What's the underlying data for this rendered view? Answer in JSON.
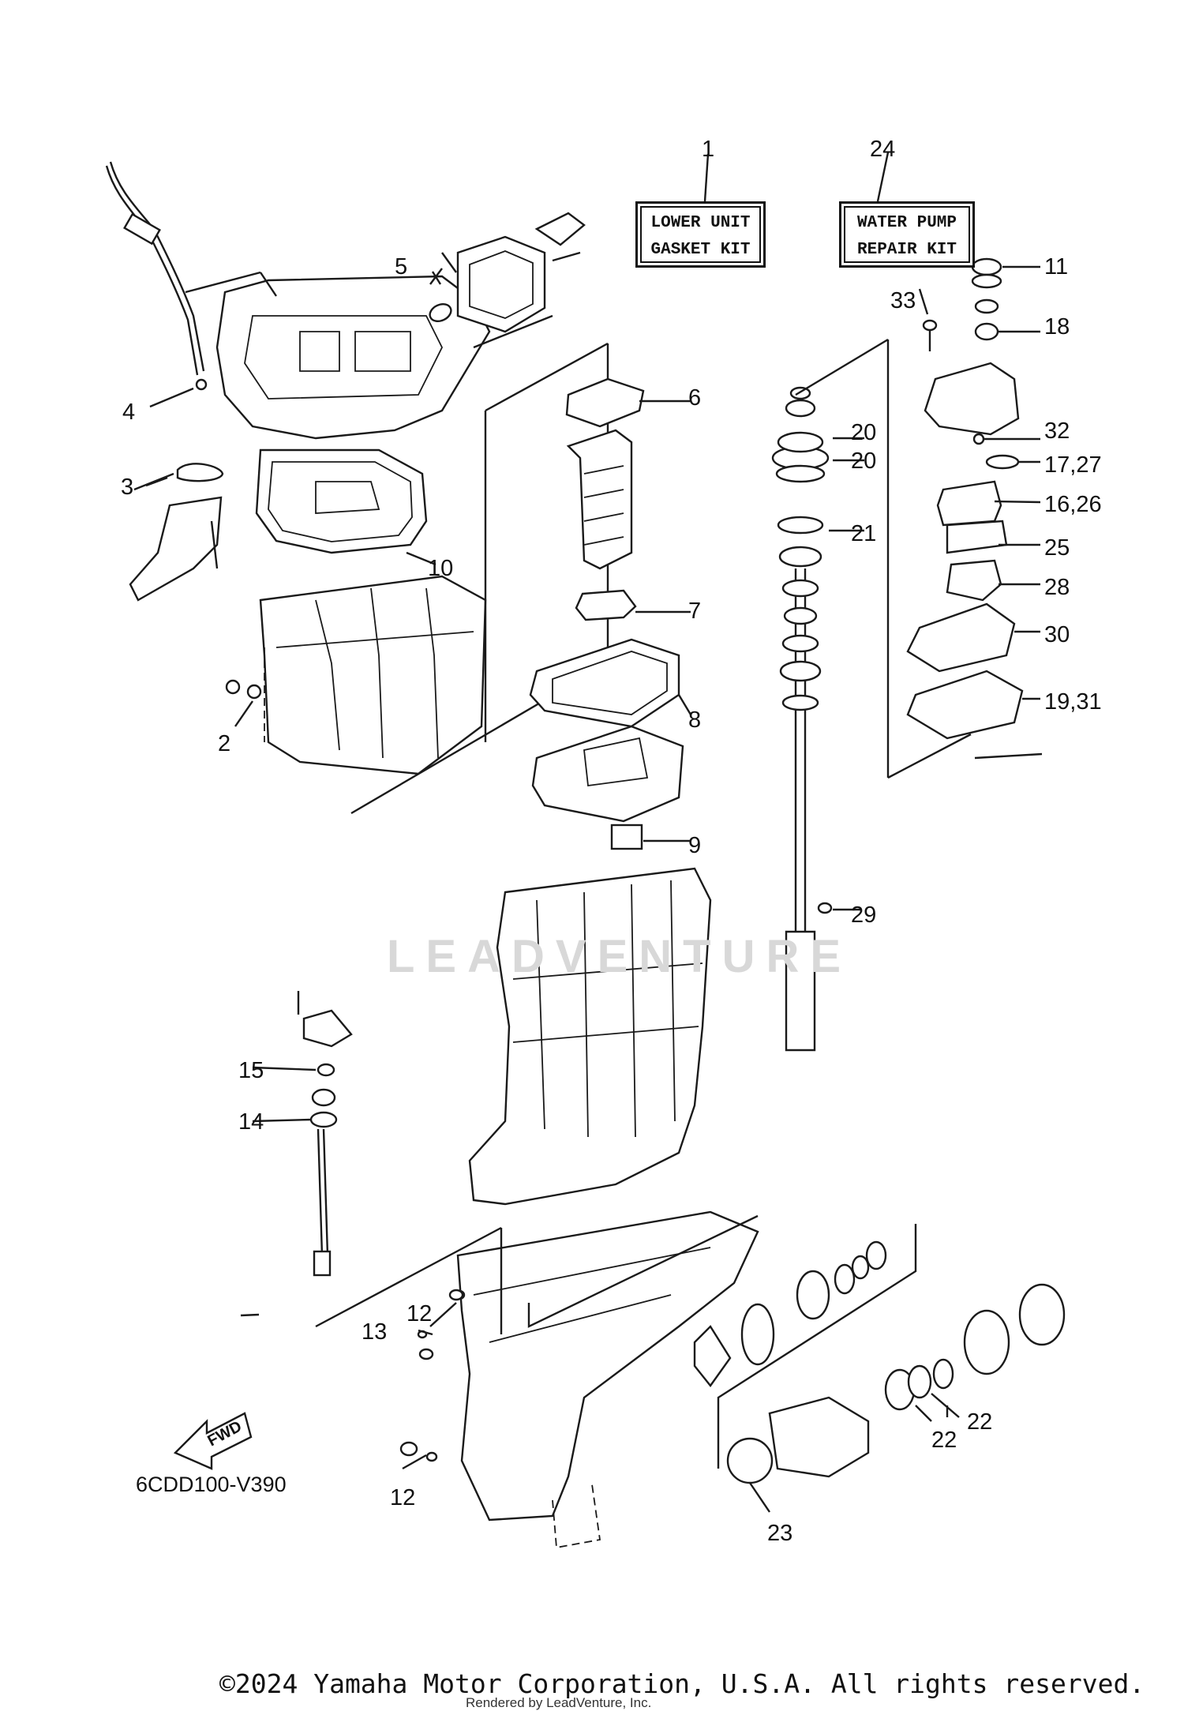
{
  "diagram_code": "6CDD100-V390",
  "copyright": "©2024 Yamaha Motor Corporation, U.S.A. All rights reserved.",
  "rendered_by": "Rendered by LeadVenture, Inc.",
  "watermark": "LEADVENTURE",
  "fwd_label": "FWD",
  "kits": [
    {
      "number": "1",
      "line1": "LOWER UNIT",
      "line2": "GASKET KIT"
    },
    {
      "number": "24",
      "line1": "WATER PUMP",
      "line2": "REPAIR KIT"
    }
  ],
  "callouts": [
    "2",
    "3",
    "4",
    "5",
    "6",
    "7",
    "8",
    "9",
    "10",
    "11",
    "12",
    "12",
    "13",
    "14",
    "15",
    "16,26",
    "17,27",
    "18",
    "19,31",
    "20",
    "20",
    "21",
    "22",
    "22",
    "23",
    "25",
    "28",
    "29",
    "30",
    "32",
    "33"
  ]
}
